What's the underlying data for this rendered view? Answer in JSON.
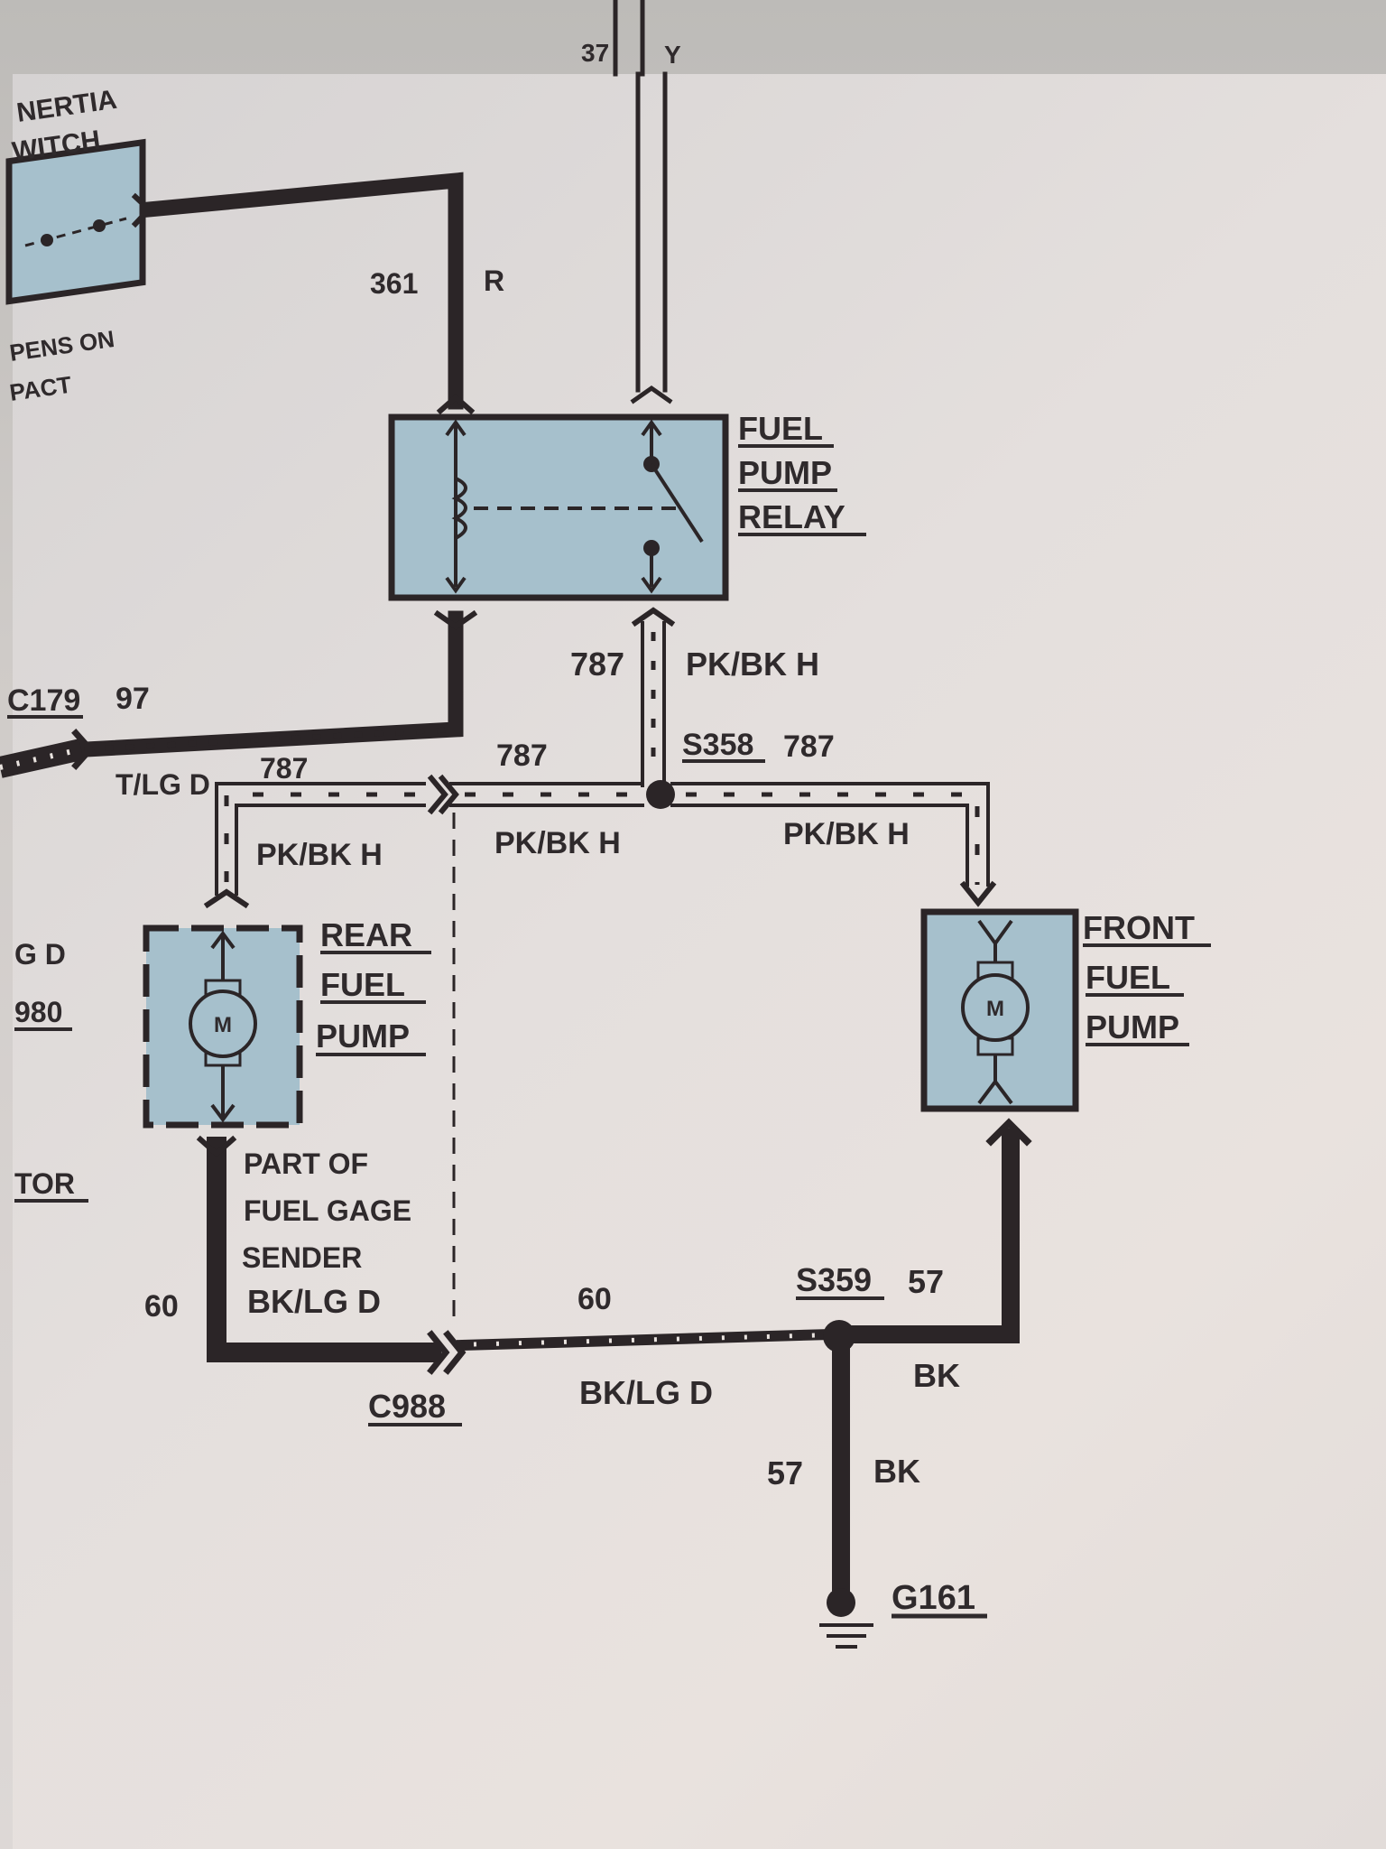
{
  "components": {
    "inertia_switch": {
      "label_line1": "NERTIA",
      "label_line2": "WITCH",
      "note_line1": "PENS ON",
      "note_line2": "PACT"
    },
    "fuel_pump_relay": {
      "label_line1": "FUEL",
      "label_line2": "PUMP",
      "label_line3": "RELAY"
    },
    "rear_fuel_pump": {
      "label_line1": "REAR",
      "label_line2": "FUEL",
      "label_line3": "PUMP",
      "motor_symbol": "M"
    },
    "front_fuel_pump": {
      "label_line1": "FRONT",
      "label_line2": "FUEL",
      "label_line3": "PUMP",
      "motor_symbol": "M"
    },
    "fuel_gage_sender": {
      "line1": "PART OF",
      "line2": "FUEL GAGE",
      "line3": "SENDER"
    }
  },
  "wires": {
    "top_circuit": "37",
    "top_color": "Y",
    "inertia_circuit": "361",
    "inertia_color": "R",
    "relay_out_circuit": "787",
    "relay_out_color": "PK/BK H",
    "c179_circuit": "97",
    "c179_color": "T/LG D",
    "left_787_top": "787",
    "left_787_color": "PK/BK H",
    "mid_787": "787",
    "mid_787_color": "PK/BK H",
    "right_787": "787",
    "right_787_color": "PK/BK H",
    "rear_ground_circuit": "60",
    "rear_ground_color": "BK/LG D",
    "bottom_60": "60",
    "bottom_60_color": "BK/LG D",
    "front_ground_circuit": "57",
    "front_ground_color": "BK",
    "ground_circuit": "57",
    "ground_color": "BK"
  },
  "connectors": {
    "c179": "C179",
    "c988": "C988"
  },
  "splices": {
    "s358": "S358",
    "s359": "S359"
  },
  "grounds": {
    "g161": "G161"
  },
  "edge_fragments": {
    "lgd": "G D",
    "num_980": "980",
    "tor": "TOR"
  },
  "colors": {
    "component_fill": "#a6c0cc",
    "wire": "#2b2527",
    "paper": "#e4dfdc"
  },
  "icons": [
    "motor-icon",
    "ground-icon",
    "relay-coil-icon",
    "relay-switch-icon",
    "splice-icon",
    "connector-icon"
  ]
}
